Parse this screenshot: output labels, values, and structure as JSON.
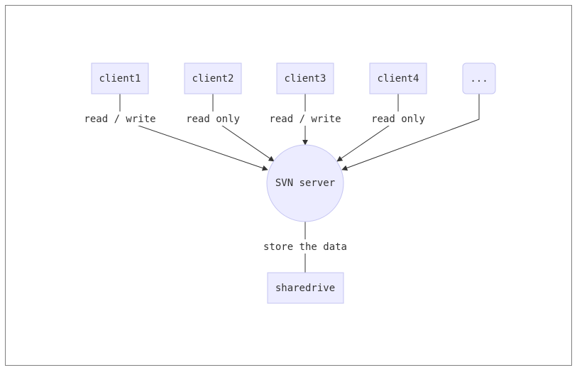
{
  "nodes": {
    "client1": "client1",
    "client2": "client2",
    "client3": "client3",
    "client4": "client4",
    "more": "...",
    "server": "SVN server",
    "drive": "sharedrive"
  },
  "edges": {
    "client1_server": "read / write",
    "client2_server": "read only",
    "client3_server": "read / write",
    "client4_server": "read only",
    "server_drive": "store the data"
  }
}
